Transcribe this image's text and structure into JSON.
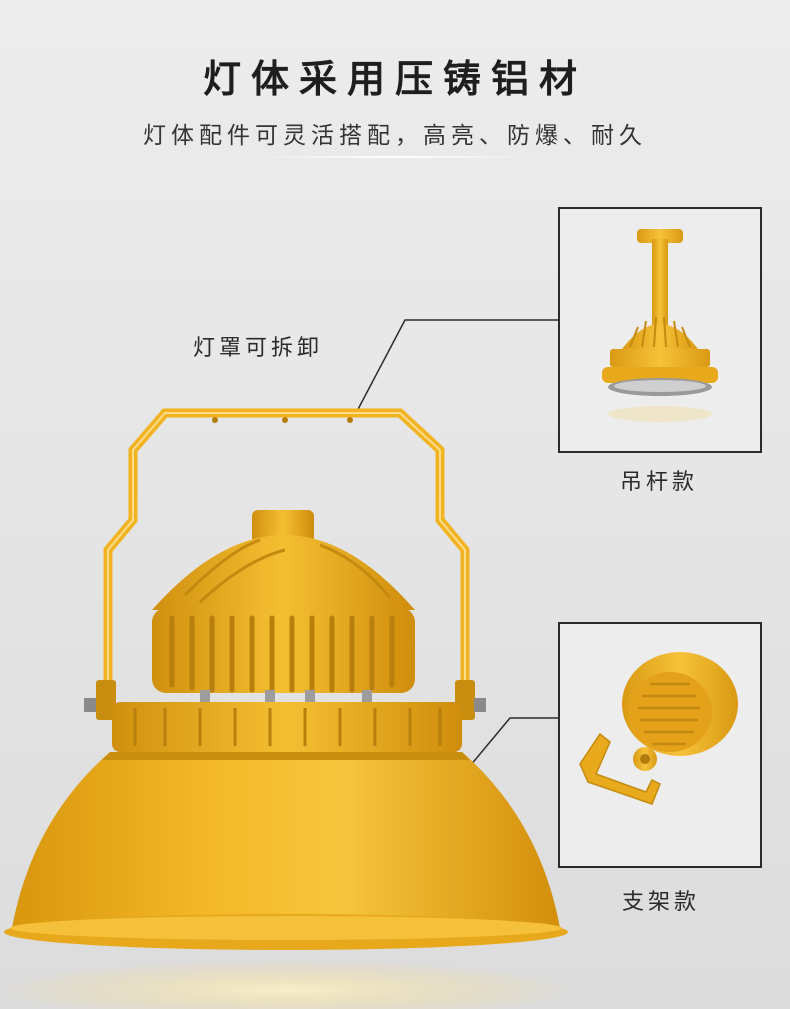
{
  "heading": {
    "title": "灯体采用压铸铝材",
    "subtitle": "灯体配件可灵活搭配，高亮、防爆、耐久"
  },
  "callouts": {
    "shade_removable": "灯罩可拆卸"
  },
  "variants": [
    {
      "label": "吊杆款",
      "image": "pendant-rod-lamp"
    },
    {
      "label": "支架款",
      "image": "bracket-mount-lamp"
    }
  ],
  "colors": {
    "lamp_yellow": "#f2b320",
    "lamp_shadow": "#d99a12",
    "background": "#e8e8e8",
    "frame": "#2b2b2b"
  }
}
